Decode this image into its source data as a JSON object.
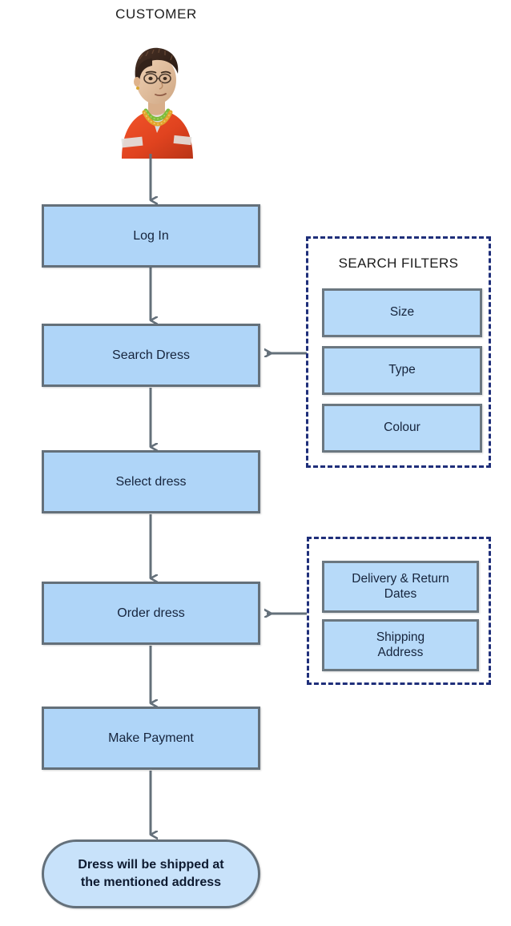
{
  "diagram": {
    "actor_label": "CUSTOMER",
    "actor_icon": "customer-avatar-icon",
    "line_color": "#64707a",
    "box_fill": "#AFD5F8",
    "box_border": "#64707a",
    "panel_border": "#1f2f7a",
    "terminator_fill": "#C8E2FA"
  },
  "flow": {
    "steps": [
      {
        "id": "login",
        "label": "Log In"
      },
      {
        "id": "search",
        "label": "Search Dress"
      },
      {
        "id": "select",
        "label": "Select dress"
      },
      {
        "id": "order",
        "label": "Order dress"
      },
      {
        "id": "payment",
        "label": "Make Payment"
      }
    ],
    "end": {
      "line1": "Dress will be shipped at",
      "line2": "the mentioned address"
    }
  },
  "panels": [
    {
      "id": "search-filters",
      "title": "SEARCH FILTERS",
      "target": "Search Dress",
      "items": [
        {
          "label": "Size"
        },
        {
          "label": "Type"
        },
        {
          "label": "Colour"
        }
      ]
    },
    {
      "id": "order-details",
      "title": "",
      "target": "Order dress",
      "items": [
        {
          "line1": "Delivery & Return",
          "line2": "Dates"
        },
        {
          "line1": "Shipping",
          "line2": "Address"
        }
      ]
    }
  ]
}
